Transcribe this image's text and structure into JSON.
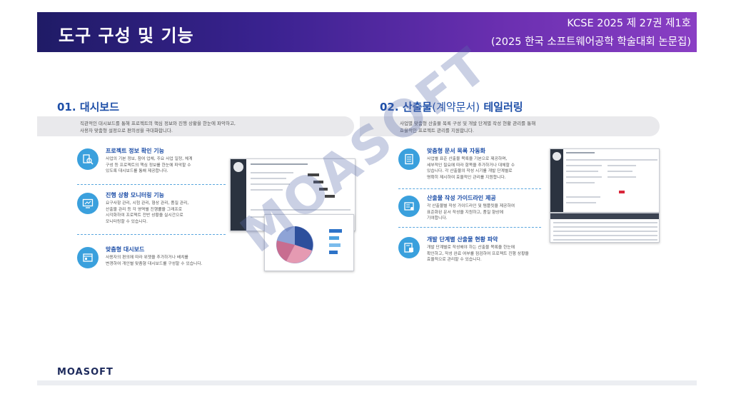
{
  "header": {
    "title": "도구 구성 및 기능",
    "journal": "KCSE 2025 제 27권 제1호",
    "proceedings": "(2025 한국 소프트웨어공학 학술대회 논문집)"
  },
  "section1": {
    "number": "01.",
    "title": "대시보드",
    "description": [
      "직관적인 대시보드를 통해 프로젝트의 핵심 정보와 진행 상황을 한눈에 파악하고,",
      "사용자 맞춤형 설정으로 편의성을 극대화합니다."
    ],
    "features": [
      {
        "title": "프로젝트 정보 확인 기능",
        "icon": "search-document-icon",
        "text": [
          "사업의 기본 정보, 참여 업체, 주요 사업 일정, 체계",
          "구성 등 프로젝트의 핵심 정보를 한눈에 파악할 수",
          "있도록 대시보드를 통해 제공합니다."
        ]
      },
      {
        "title": "진행 상황 모니터링 기능",
        "icon": "monitor-icon",
        "text": [
          "요구사항 관리, 시험 관리, 형상 관리, 품질 관리,",
          "산출물 관리 등 각 영역별 진행률을 그래프로",
          "시각화하여 프로젝트 전반 상황을 실시간으로",
          "모니터링할 수 있습니다."
        ]
      },
      {
        "title": "맞춤형 대시보드",
        "icon": "dashboard-icon",
        "text": [
          "사용자의 편의에 따라 위젯을 추가하거나 배치를",
          "변경하여 개인별 맞춤형 대시보드를 구성할 수 있습니다."
        ]
      }
    ]
  },
  "section2": {
    "number": "02.",
    "title": "산출물",
    "title_paren": "(계약문서)",
    "title_tail": "테일러링",
    "description": [
      "사업별 맞춤형 산출물 목록 구성 및 개발 단계별 작성 현황 관리를 통해",
      "효율적인 프로젝트 관리를 지원합니다."
    ],
    "features": [
      {
        "title": "맞춤형 문서 목록 자동화",
        "icon": "checklist-icon",
        "text": [
          "사업별 표준 산출물 목록을 기본으로 제공하며,",
          "세부적인 필요에 따라 항목을 추가하거나 대체할 수",
          "있습니다. 각 산출물의 작성 시기를 개발 단계별로",
          "명확히 제시하여 효율적인 관리를 지원합니다."
        ]
      },
      {
        "title": "산출물 작성 가이드라인 제공",
        "icon": "guide-icon",
        "text": [
          "각 산출물별 작성 가이드라인 및 템플릿을 제공하여",
          "표준화된 문서 작성을 지원하고, 품질 향상에",
          "기여합니다."
        ]
      },
      {
        "title": "개발 단계별 산출물 현황 파악",
        "icon": "status-report-icon",
        "text": [
          "개발 단계별로 작성해야 하는 산출물 목록을 한눈에",
          "확인하고, 작성 완료 여부를 점검하여 프로젝트 진행 상황을",
          "효율적으로 관리할 수 있습니다."
        ]
      }
    ]
  },
  "watermark": "MOASOFT",
  "footer": {
    "logo": "MOASOFT"
  },
  "colors": {
    "header_start": "#1f1b66",
    "header_end": "#8a3fc4",
    "accent_blue": "#1e4fa8",
    "icon_blue": "#3aa0dd"
  }
}
